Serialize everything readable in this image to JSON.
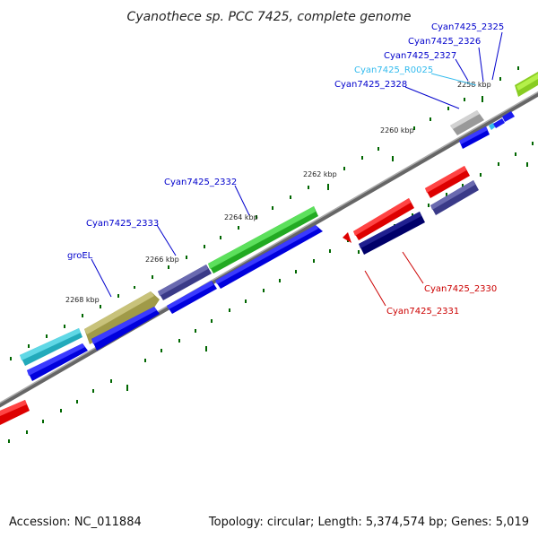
{
  "title": "Cyanothece sp. PCC 7425, complete genome",
  "footer": {
    "accession": "Accession: NC_011884",
    "stats": "Topology: circular; Length: 5,374,574 bp; Genes: 5,019"
  },
  "scale_labels": [
    "2258 kbp",
    "2260 kbp",
    "2262 kbp",
    "2264 kbp",
    "2266 kbp",
    "2268 kbp"
  ],
  "gene_labels": [
    {
      "text": "Cyan7425_2325",
      "color": "#0000cc"
    },
    {
      "text": "Cyan7425_2326",
      "color": "#0000cc"
    },
    {
      "text": "Cyan7425_2327",
      "color": "#0000cc"
    },
    {
      "text": "Cyan7425_R0025",
      "color": "#33bbee"
    },
    {
      "text": "Cyan7425_2328",
      "color": "#0000cc"
    },
    {
      "text": "Cyan7425_2332",
      "color": "#0000cc"
    },
    {
      "text": "Cyan7425_2333",
      "color": "#0000cc"
    },
    {
      "text": "groEL",
      "color": "#0000cc"
    },
    {
      "text": "Cyan7425_2330",
      "color": "#cc0000"
    },
    {
      "text": "Cyan7425_2331",
      "color": "#cc0000"
    }
  ],
  "colors": {
    "backbone": "#888888",
    "tick": "#006600",
    "cds_forward": "#0000ee",
    "cds_reverse": "#ee0000"
  }
}
